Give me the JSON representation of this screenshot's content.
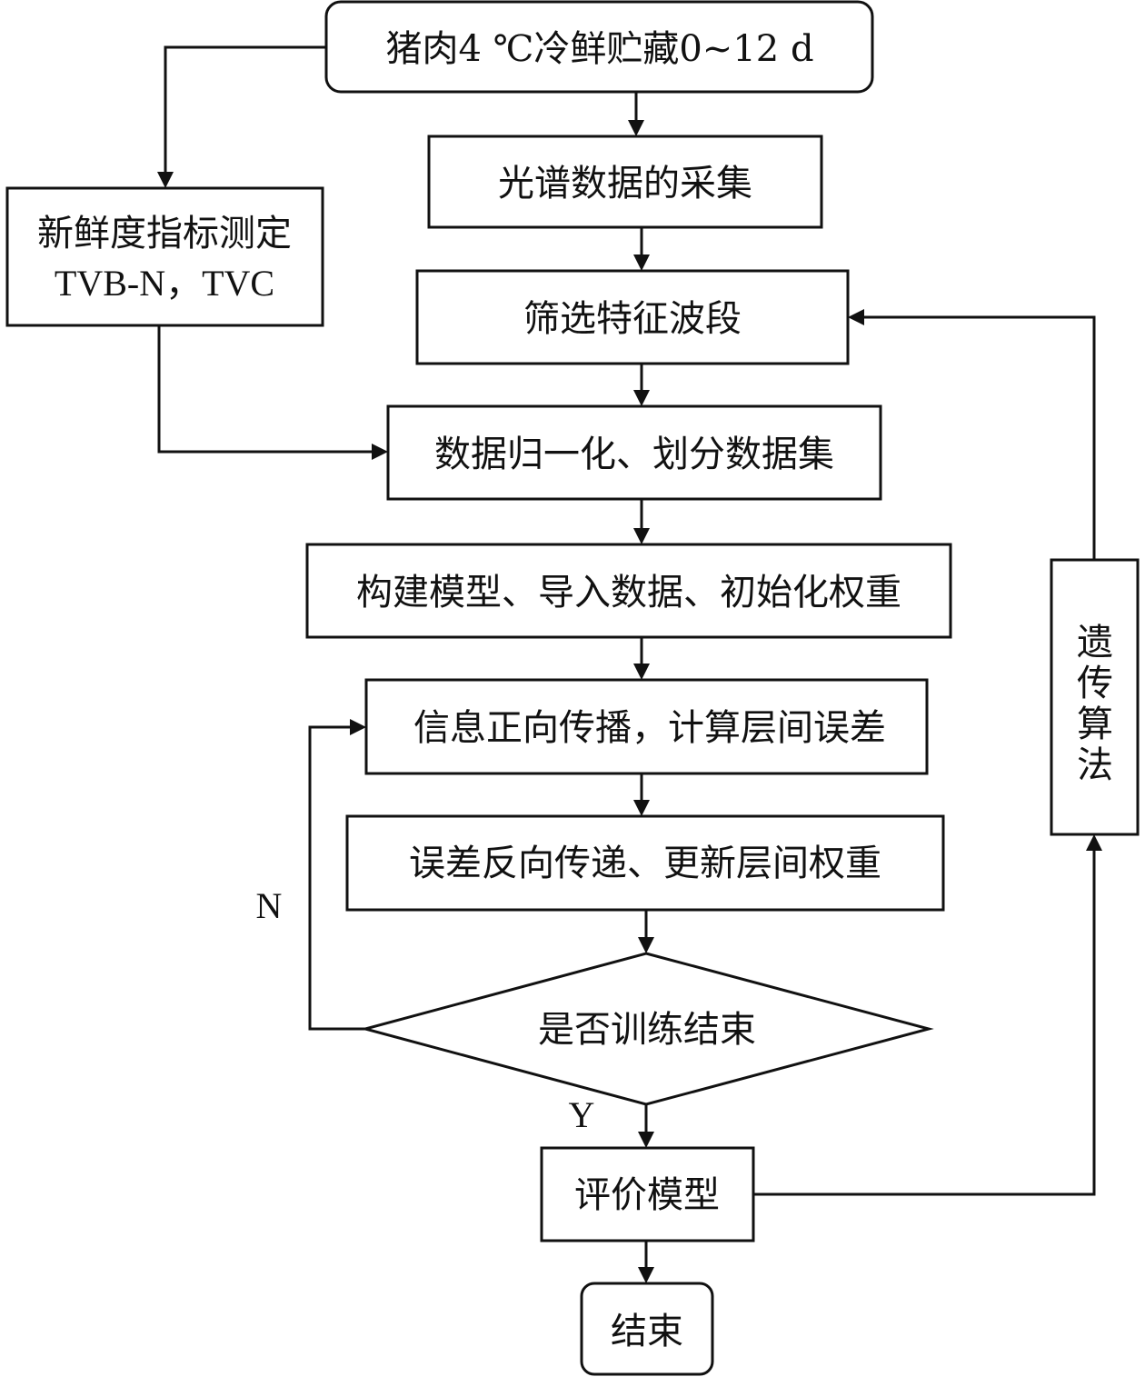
{
  "diagram": {
    "title": "",
    "nodes": {
      "start": {
        "label": "猪肉4 ℃冷鲜贮藏0~12 d",
        "shape": "rounded-rectangle"
      },
      "spectral": {
        "label": "光谱数据的采集",
        "shape": "rectangle"
      },
      "freshness_line1": {
        "label": "新鲜度指标测定",
        "shape": "rectangle"
      },
      "freshness_line2": {
        "label": "TVB-N，TVC"
      },
      "bands": {
        "label": "筛选特征波段",
        "shape": "rectangle"
      },
      "normalize": {
        "label": "数据归一化、划分数据集",
        "shape": "rectangle"
      },
      "build": {
        "label": "构建模型、导入数据、初始化权重",
        "shape": "rectangle"
      },
      "forward": {
        "label": "信息正向传播，计算层间误差",
        "shape": "rectangle"
      },
      "backward": {
        "label": "误差反向传递、更新层间权重",
        "shape": "rectangle"
      },
      "decision": {
        "label": "是否训练结束",
        "shape": "diamond"
      },
      "evaluate": {
        "label": "评价模型",
        "shape": "rectangle"
      },
      "end": {
        "label": "结束",
        "shape": "rounded-rectangle"
      },
      "ga_chars": [
        "遗",
        "传",
        "算",
        "法"
      ]
    },
    "edge_labels": {
      "no": "N",
      "yes": "Y"
    },
    "edges": [
      {
        "from": "start",
        "to": "spectral"
      },
      {
        "from": "start",
        "to": "freshness"
      },
      {
        "from": "spectral",
        "to": "bands"
      },
      {
        "from": "bands",
        "to": "normalize"
      },
      {
        "from": "freshness",
        "to": "normalize"
      },
      {
        "from": "normalize",
        "to": "build"
      },
      {
        "from": "build",
        "to": "forward"
      },
      {
        "from": "forward",
        "to": "backward"
      },
      {
        "from": "backward",
        "to": "decision"
      },
      {
        "from": "decision",
        "to": "forward",
        "label": "N"
      },
      {
        "from": "decision",
        "to": "evaluate",
        "label": "Y"
      },
      {
        "from": "evaluate",
        "to": "ga"
      },
      {
        "from": "ga",
        "to": "bands"
      },
      {
        "from": "evaluate",
        "to": "end"
      }
    ]
  }
}
